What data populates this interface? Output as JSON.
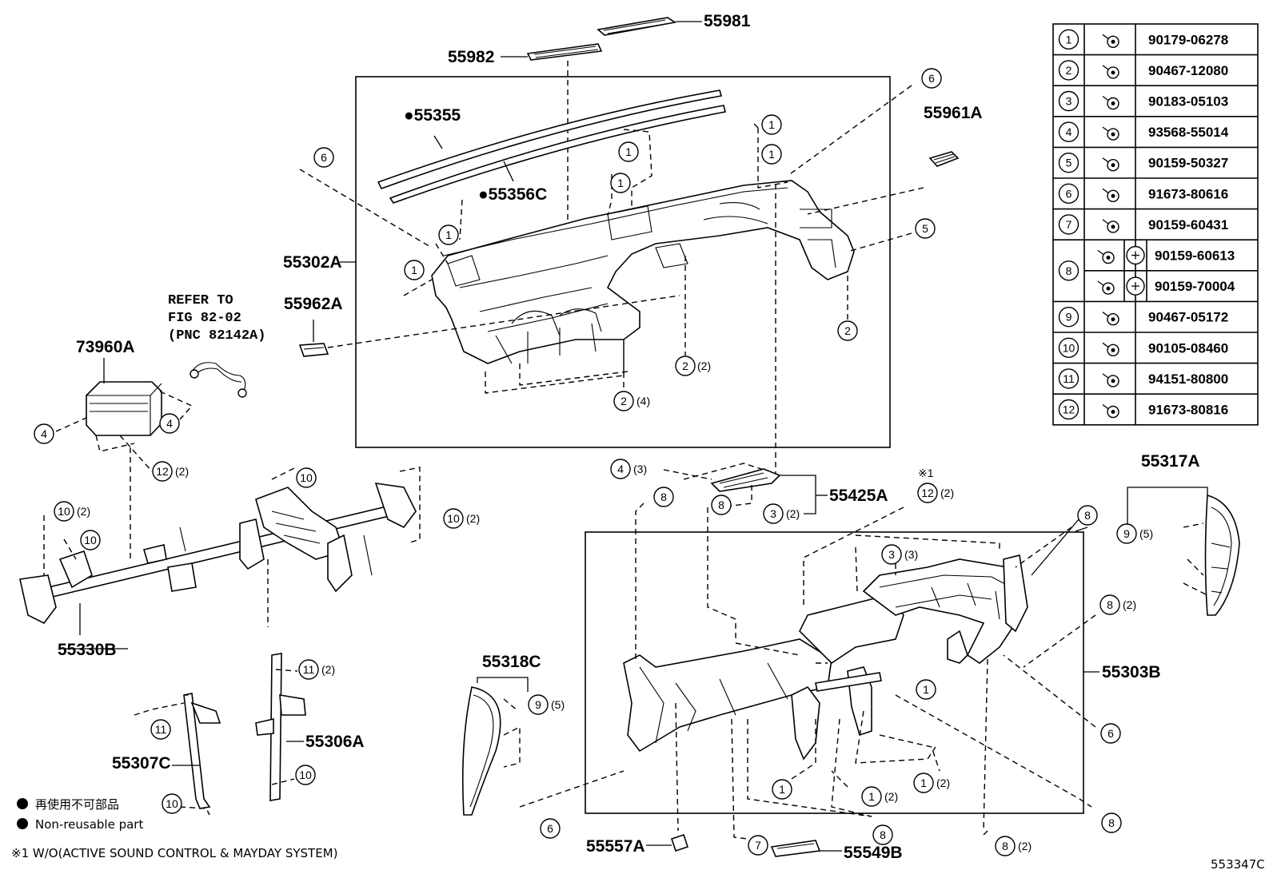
{
  "parts": {
    "p55981": "55981",
    "p55982": "55982",
    "p55355": "●55355",
    "p55356c": "●55356C",
    "p55961a": "55961A",
    "p55302a": "55302A",
    "p55962a": "55962A",
    "p73960a": "73960A",
    "p55330b": "55330B",
    "p55307c": "55307C",
    "p55306a": "55306A",
    "p55318c": "55318C",
    "p55425a": "55425A",
    "p55317a": "55317A",
    "p55303b": "55303B",
    "p55557a": "55557A",
    "p55549b": "55549B"
  },
  "refer": {
    "line1": "REFER TO",
    "line2": "FIG 82-02",
    "line3": "(PNC 82142A)"
  },
  "callouts": {
    "c6a": "6",
    "q6a": "",
    "c1a": "1",
    "c1b": "1",
    "c1c": "1",
    "c1d": "1",
    "c1e": "1",
    "c1f": "1",
    "c6b": "6",
    "c5a": "5",
    "c2a": "2",
    "c2b": "2",
    "q2b": "(2)",
    "c2c": "2",
    "q2c": "(4)",
    "c4a": "4",
    "c4b": "4",
    "c12a": "12",
    "q12a": "(2)",
    "c10a": "10",
    "q10a": "(2)",
    "c10b": "10",
    "c10c": "10",
    "c10d": "10",
    "q10d": "(2)",
    "c11a": "11",
    "q11a": "(2)",
    "c11b": "11",
    "c10e": "10",
    "c10f": "10",
    "c9a": "9",
    "q9a": "(5)",
    "c6c": "6",
    "c4c": "4",
    "q4c": "(3)",
    "c8a": "8",
    "c8b": "8",
    "c3a": "3",
    "q3a": "(2)",
    "c12b": "12",
    "q12b": "(2)",
    "c9b": "9",
    "q9b": "(5)",
    "c8c": "8",
    "c3b": "3",
    "q3b": "(3)",
    "c8d": "8",
    "q8d": "(2)",
    "c1g": "1",
    "c6d": "6",
    "c1h": "1",
    "c1i": "1",
    "q1i": "(2)",
    "c1j": "1",
    "q1j": "(2)",
    "c8e": "8",
    "c7a": "7",
    "c8f": "8",
    "c8g": "8",
    "q8g": "(2)"
  },
  "note1_mark": "※1",
  "fastener_table": [
    {
      "num": "1",
      "codes": [
        "90179-06278"
      ]
    },
    {
      "num": "2",
      "codes": [
        "90467-12080"
      ]
    },
    {
      "num": "3",
      "codes": [
        "90183-05103"
      ]
    },
    {
      "num": "4",
      "codes": [
        "93568-55014"
      ]
    },
    {
      "num": "5",
      "codes": [
        "90159-50327"
      ]
    },
    {
      "num": "6",
      "codes": [
        "91673-80616"
      ]
    },
    {
      "num": "7",
      "codes": [
        "90159-60431"
      ]
    },
    {
      "num": "8",
      "codes": [
        "90159-60613",
        "90159-70004"
      ]
    },
    {
      "num": "9",
      "codes": [
        "90467-05172"
      ]
    },
    {
      "num": "10",
      "codes": [
        "90105-08460"
      ]
    },
    {
      "num": "11",
      "codes": [
        "94151-80800"
      ]
    },
    {
      "num": "12",
      "codes": [
        "91673-80816"
      ]
    }
  ],
  "legend": {
    "jp": "再使用不可部品",
    "en": "Non-reusable part",
    "note": "※1 W/O(ACTIVE SOUND CONTROL & MAYDAY SYSTEM)"
  },
  "figure_code": "553347C"
}
